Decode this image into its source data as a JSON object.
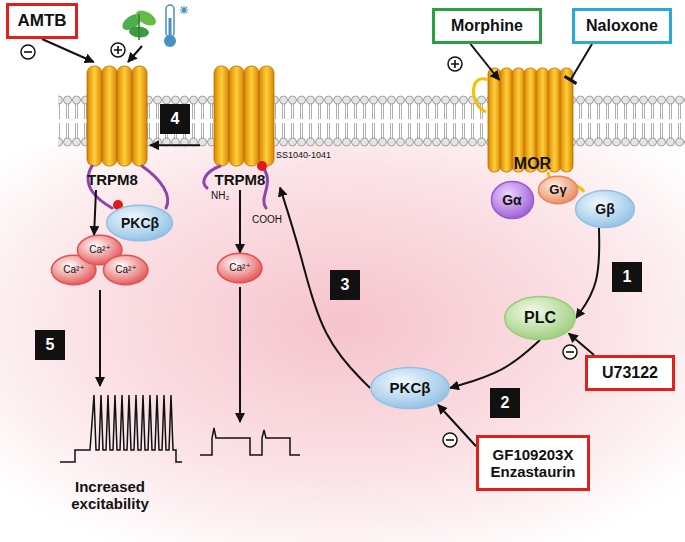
{
  "diagram": {
    "nodes": [
      {
        "text": [
          "AMTB"
        ]
      },
      {
        "text": [
          "Morphine"
        ]
      },
      {
        "text": [
          "Naloxone"
        ]
      },
      {
        "text": [
          "TRPM8"
        ]
      },
      {
        "text": [
          "4"
        ]
      },
      {
        "text": [
          "TRPM8"
        ]
      },
      {
        "text": [
          "MOR"
        ]
      },
      {
        "text": [
          "PKCβ"
        ]
      },
      {
        "text": [
          "Gα"
        ]
      },
      {
        "text": [
          "Gγ"
        ]
      },
      {
        "text": [
          "Gβ"
        ]
      },
      {
        "text": [
          "Ca²⁺"
        ]
      },
      {
        "text": [
          "Ca²⁺"
        ]
      },
      {
        "text": [
          "Ca²⁺"
        ]
      },
      {
        "text": [
          "Ca²⁺"
        ]
      },
      {
        "text": [
          "1"
        ]
      },
      {
        "text": [
          "PLC"
        ]
      },
      {
        "text": [
          "3"
        ]
      },
      {
        "text": [
          "U73122"
        ]
      },
      {
        "text": [
          "2"
        ]
      },
      {
        "text": [
          "PKCβ"
        ]
      },
      {
        "text": [
          "GF109203X Enzastaurin"
        ]
      },
      {
        "text": [
          "5"
        ]
      }
    ],
    "edges": [
      {
        "from": 0,
        "to": 3,
        "arrow": "to"
      },
      {
        "from": 1,
        "to": 6,
        "arrow": "to"
      },
      {
        "from": 2,
        "to": 6,
        "arrow": "to"
      },
      {
        "from": 5,
        "to": 3,
        "arrow": "to"
      },
      {
        "from": 3,
        "to": 12,
        "arrow": "to"
      },
      {
        "from": 5,
        "to": 14,
        "arrow": "to"
      },
      {
        "from": 10,
        "to": 16,
        "arrow": "to"
      },
      {
        "from": 16,
        "to": 20,
        "arrow": "to"
      },
      {
        "from": 18,
        "to": 16,
        "arrow": "to"
      },
      {
        "from": 21,
        "to": 20,
        "arrow": "to"
      },
      {
        "from": 20,
        "to": 5,
        "arrow": "to"
      }
    ],
    "labels": [
      "NH₂",
      "SS1040-1041",
      "COOH",
      "Increased excitability"
    ]
  }
}
